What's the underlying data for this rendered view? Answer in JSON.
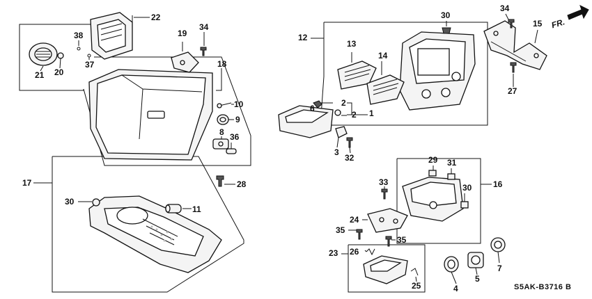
{
  "diagram_code": "S5AK-B3716",
  "diagram_suffix": "B",
  "direction_label": "FR.",
  "callouts": {
    "c1": "1",
    "c2a": "2",
    "c2b": "2",
    "c3": "3",
    "c4": "4",
    "c5": "5",
    "c6": "6",
    "c7": "7",
    "c8": "8",
    "c9": "9",
    "c10": "10",
    "c11": "11",
    "c12": "12",
    "c13": "13",
    "c14": "14",
    "c15": "15",
    "c16": "16",
    "c17": "17",
    "c18": "18",
    "c19": "19",
    "c20": "20",
    "c21": "21",
    "c22": "22",
    "c23": "23",
    "c24": "24",
    "c25": "25",
    "c26": "26",
    "c27": "27",
    "c28": "28",
    "c29": "29",
    "c30a": "30",
    "c30b": "30",
    "c30c": "30",
    "c31": "31",
    "c32": "32",
    "c33": "33",
    "c34a": "34",
    "c34b": "34",
    "c35a": "35",
    "c35b": "35",
    "c36": "36",
    "c37": "37",
    "c38": "38"
  }
}
